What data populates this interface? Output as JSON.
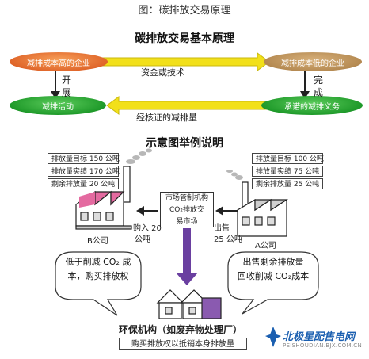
{
  "caption": "图：碳排放交易原理",
  "top": {
    "title": "碳排放交易基本原理",
    "high_enterprise": "减排成本高的企业",
    "low_enterprise": "减排成本低的企业",
    "funds_label": "资金或技术",
    "develop_label": [
      "开",
      "展"
    ],
    "complete_label": [
      "完",
      "成"
    ],
    "reduction_activity": "减排活动",
    "committed_obligation": "承诺的减排义务",
    "verified_label": "经核证的减排量"
  },
  "example": {
    "title": "示意图举例说明",
    "company_b": {
      "name": "B公司",
      "rows": [
        "排放量目标 150 公吨",
        "排放量实绩 170 公吨",
        "剩余排放量 20 公吨"
      ]
    },
    "company_a": {
      "name": "A公司",
      "rows": [
        "排放量目标 100 公吨",
        "排放量实绩 75 公吨",
        "剩余排放量 25 公吨"
      ]
    },
    "market": {
      "rows": [
        "市场管制机构",
        "CO₂排放交",
        "易市场"
      ]
    },
    "buy_label": [
      "购入 20",
      "公吨"
    ],
    "sell_label": [
      "出售",
      "25 公吨"
    ],
    "bubble_left": [
      "低于削减 CO₂ 成",
      "本，购买排放权"
    ],
    "bubble_right": [
      "出售剩余排放量",
      "回收削减 CO₂成本"
    ],
    "env_org": "环保机构（如废弃物处理厂）",
    "env_note": "购买排放权以抵销本身排放量"
  },
  "watermark": {
    "name": "北极星配售电网",
    "url": "PEISHOUDIAN.BJX.COM.CN"
  },
  "colors": {
    "orange": "#e0662a",
    "tan": "#b58a52",
    "green": "#1f9a2a",
    "yellow_arrow": "#f2e01a",
    "purple_arrow": "#6a3fa0",
    "factory_pink": "#e46aa0",
    "watermark_blue": "#1b5fb0"
  }
}
